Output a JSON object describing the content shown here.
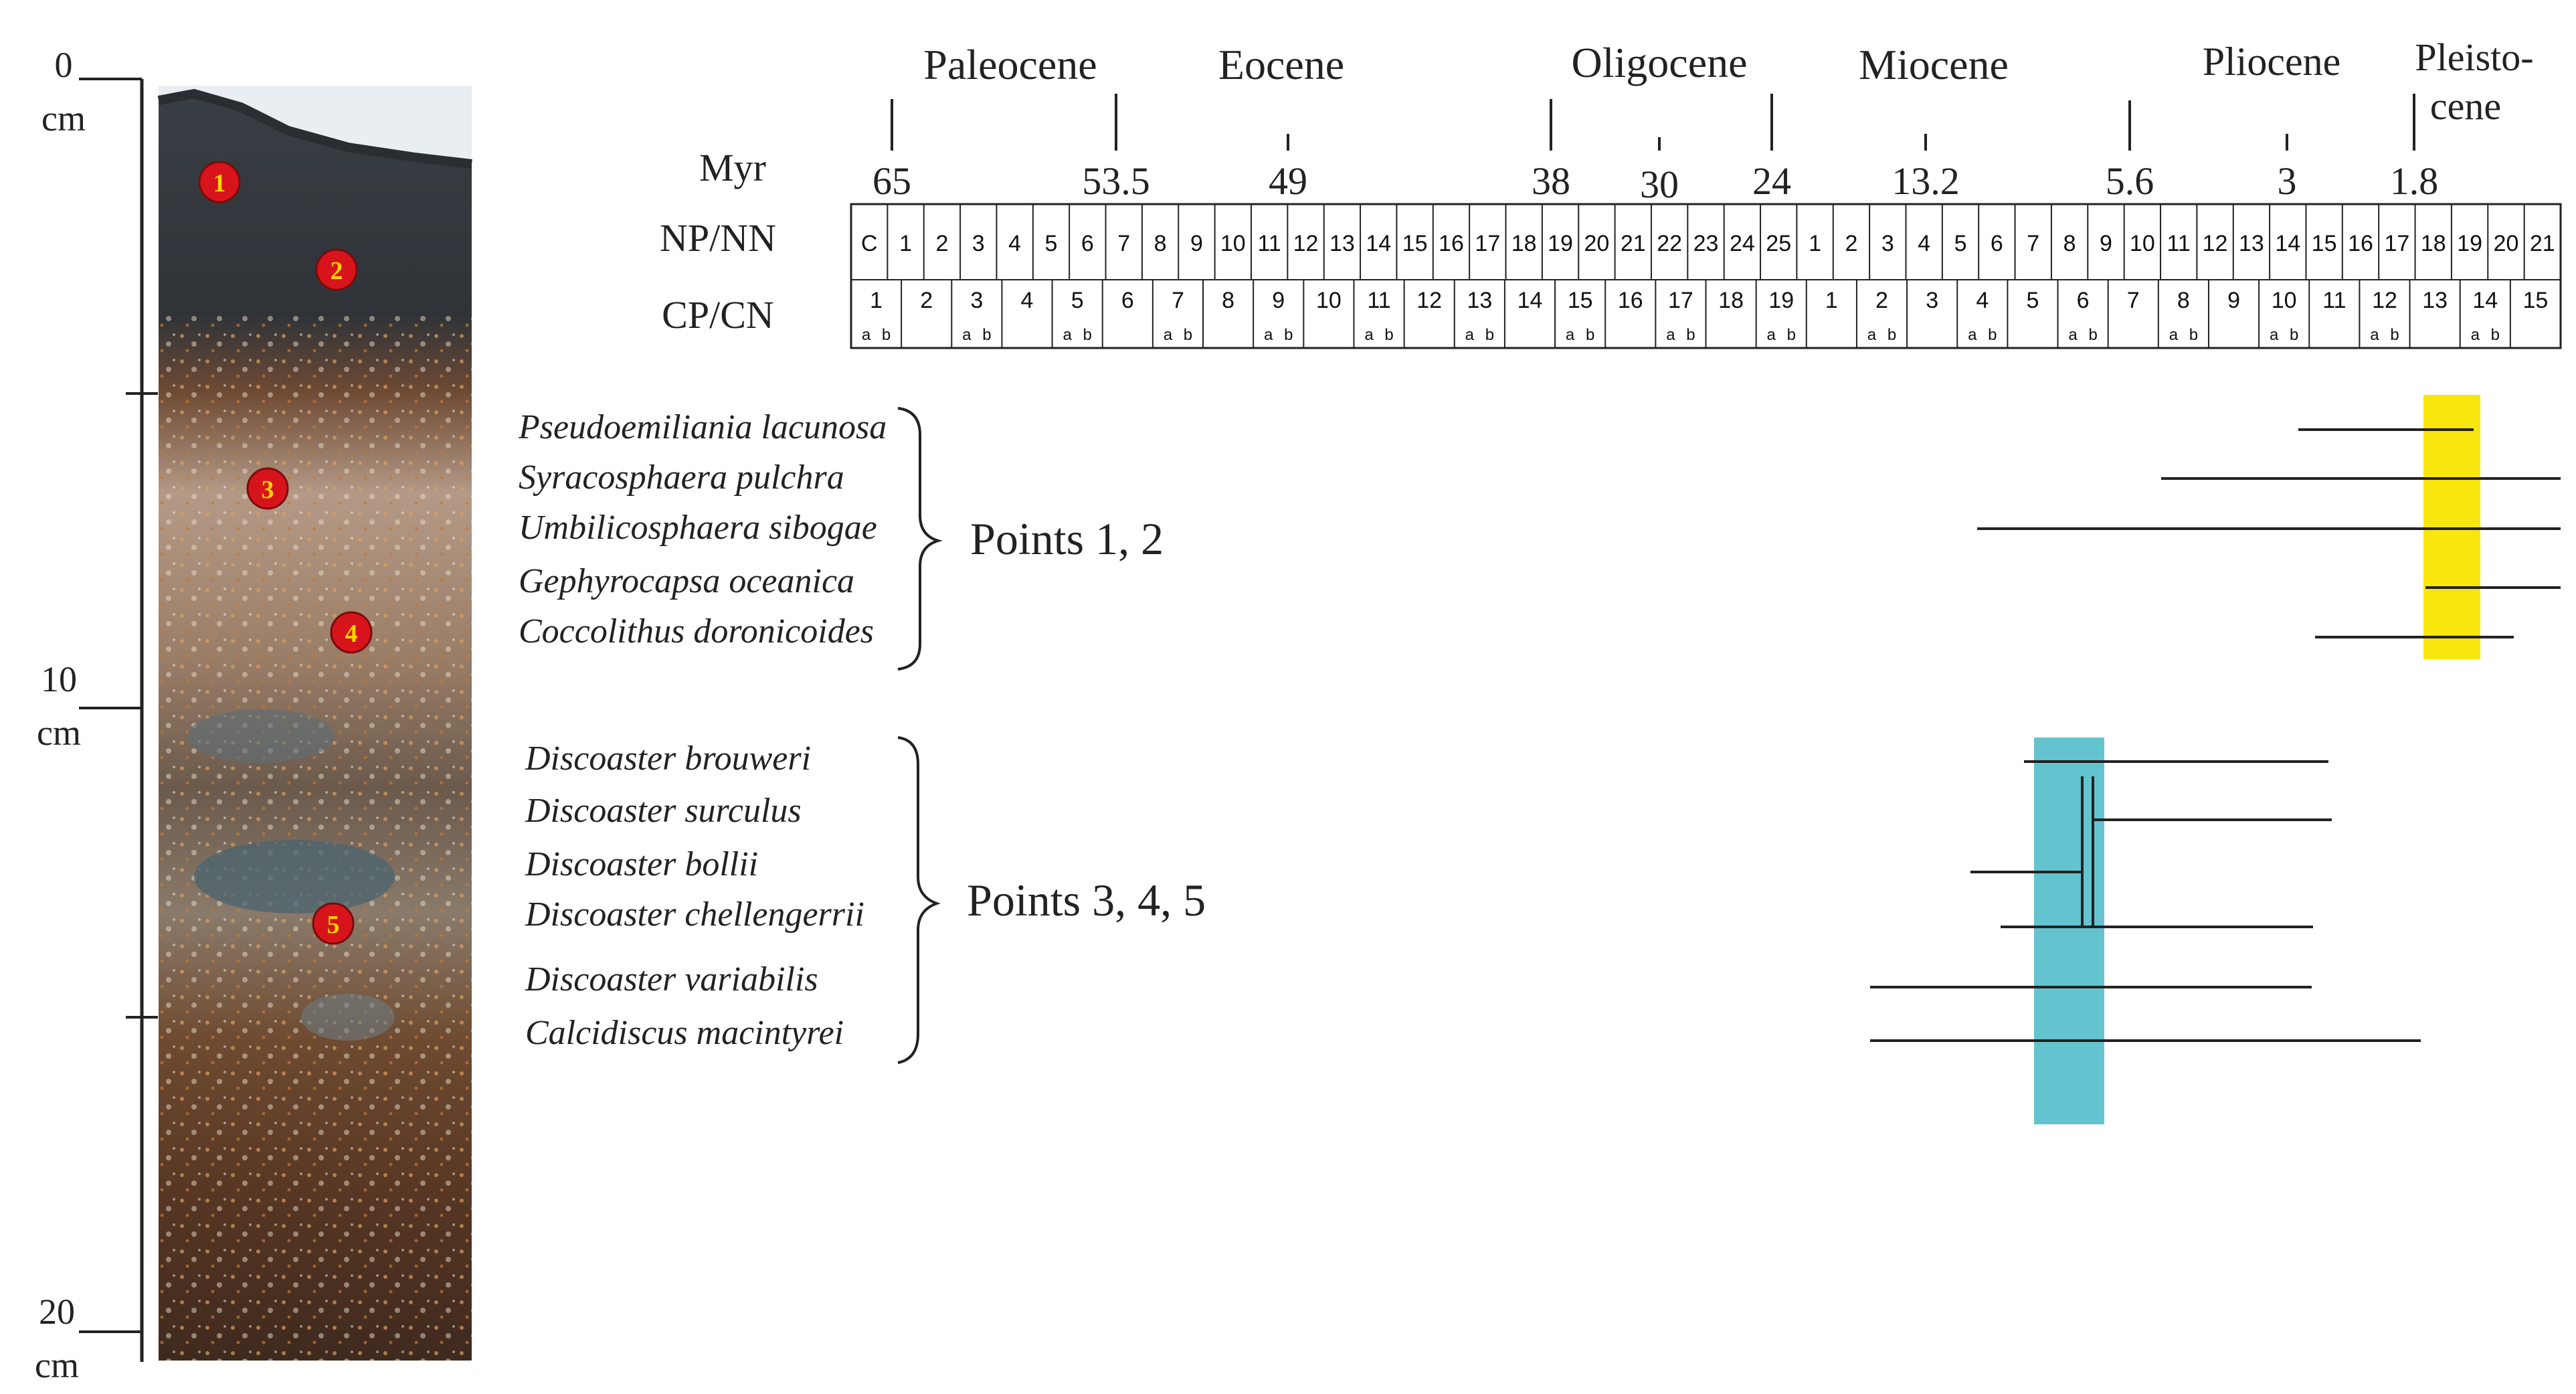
{
  "depth_scale": {
    "ticks": [
      {
        "value": "0",
        "unit": "cm"
      },
      {
        "value": "10",
        "unit": "cm"
      },
      {
        "value": "20",
        "unit": "cm"
      }
    ]
  },
  "core": {
    "points": [
      "1",
      "2",
      "3",
      "4",
      "5"
    ]
  },
  "epochs": [
    "Paleocene",
    "Eocene",
    "Oligocene",
    "Miocene",
    "Pliocene",
    "Pleisto-",
    "cene"
  ],
  "myr": {
    "label": "Myr",
    "ticks": [
      "65",
      "53.5",
      "49",
      "38",
      "30",
      "24",
      "13.2",
      "5.6",
      "3",
      "1.8"
    ]
  },
  "zones": {
    "np_nn_label": "NP/NN",
    "cp_cn_label": "CP/CN",
    "np_nn": [
      "C",
      "1",
      "2",
      "3",
      "4",
      "5",
      "6",
      "7",
      "8",
      "9",
      "10",
      "11",
      "12",
      "13",
      "14",
      "15",
      "16",
      "17",
      "18",
      "19",
      "20",
      "21",
      "22",
      "23",
      "24",
      "25",
      "1",
      "2",
      "3",
      "4",
      "5",
      "6",
      "7",
      "8",
      "9",
      "10",
      "11",
      "12",
      "13",
      "14",
      "15",
      "16",
      "17",
      "18",
      "19",
      "20",
      "21"
    ],
    "cp_cn": [
      "1",
      "2",
      "3",
      "4",
      "5",
      "6",
      "7",
      "8",
      "9",
      "10",
      "11",
      "12",
      "13",
      "14",
      "15",
      "16",
      "17",
      "18",
      "19",
      "1",
      "2",
      "3",
      "4",
      "5",
      "6",
      "7",
      "8",
      "9",
      "10",
      "11",
      "12",
      "13",
      "14",
      "15"
    ],
    "sub": [
      "a",
      "b"
    ]
  },
  "group1": {
    "label": "Points 1, 2",
    "species": [
      "Pseudoemiliania lacunosa",
      "Syracosphaera pulchra",
      "Umbilicosphaera sibogae",
      "Gephyrocapsa oceanica",
      "Coccolithus doronicoides"
    ],
    "highlight_color": "#f9e60c"
  },
  "group2": {
    "label": "Points 3, 4, 5",
    "species": [
      "Discoaster brouweri",
      "Discoaster surculus",
      "Discoaster bollii",
      "Discoaster chellengerrii",
      "Discoaster variabilis",
      "Calcidiscus macintyrei"
    ],
    "highlight_color": "#63c4cf"
  }
}
